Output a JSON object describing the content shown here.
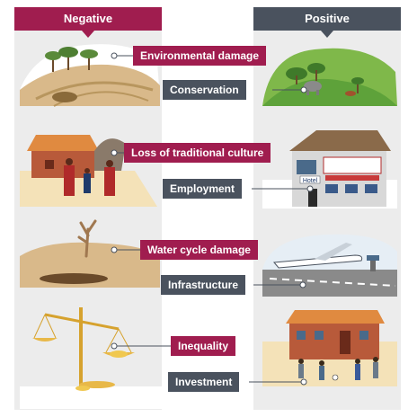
{
  "headers": {
    "negative": "Negative",
    "positive": "Positive"
  },
  "labels": {
    "environmental_damage": "Environmental damage",
    "conservation": "Conservation",
    "loss_of_culture": "Loss of traditional culture",
    "employment": "Employment",
    "water_cycle_damage": "Water cycle damage",
    "infrastructure": "Infrastructure",
    "inequality": "Inequality",
    "investment": "Investment"
  },
  "hotel_sign": "Hotel",
  "colors": {
    "negative": "#a01d4f",
    "positive": "#4a525e",
    "column_bg": "#ececec"
  }
}
